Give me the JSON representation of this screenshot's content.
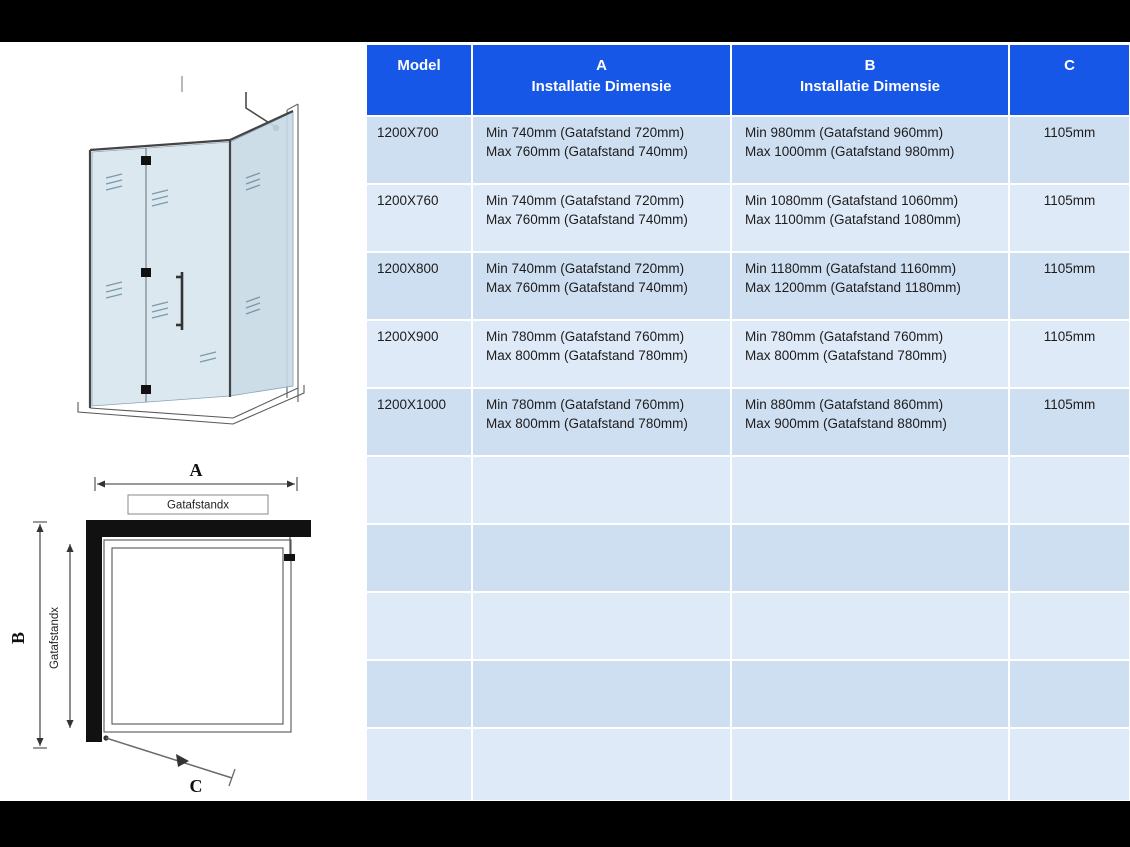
{
  "page": {
    "top_bar_color": "#000000",
    "bottom_bar_color": "#000000",
    "background": "#ffffff"
  },
  "colors": {
    "header_bg": "#1757e8",
    "header_text": "#ffffff",
    "row_dark": "#cfdff2",
    "row_light": "#dfeaf8",
    "cell_text": "#1c1c1c",
    "glass_tint": "#d7e5ee"
  },
  "diagram": {
    "label_a": "A",
    "label_b": "B",
    "label_c": "C",
    "gatafstand_horizontal": "Gatafstandx",
    "gatafstand_vertical": "Gatafstandx"
  },
  "table": {
    "header": {
      "model": "Model",
      "a_title": "A",
      "a_sub": "Installatie Dimensie",
      "b_title": "B",
      "b_sub": "Installatie Dimensie",
      "c_title": "C"
    },
    "rows": [
      {
        "model": "1200X700",
        "a_min": "Min 740mm (Gatafstand 720mm)",
        "a_max": "Max 760mm (Gatafstand 740mm)",
        "b_min": "Min 980mm (Gatafstand 960mm)",
        "b_max": "Max 1000mm (Gatafstand 980mm)",
        "c": "1105mm"
      },
      {
        "model": "1200X760",
        "a_min": "Min 740mm (Gatafstand 720mm)",
        "a_max": "Max 760mm (Gatafstand 740mm)",
        "b_min": "Min 1080mm (Gatafstand 1060mm)",
        "b_max": "Max 1100mm (Gatafstand 1080mm)",
        "c": "1105mm"
      },
      {
        "model": "1200X800",
        "a_min": "Min 740mm (Gatafstand 720mm)",
        "a_max": "Max 760mm (Gatafstand 740mm)",
        "b_min": "Min 1180mm (Gatafstand 1160mm)",
        "b_max": "Max 1200mm (Gatafstand 1180mm)",
        "c": "1105mm"
      },
      {
        "model": "1200X900",
        "a_min": "Min 780mm (Gatafstand 760mm)",
        "a_max": "Max 800mm (Gatafstand 780mm)",
        "b_min": "Min 780mm (Gatafstand 760mm)",
        "b_max": "Max 800mm (Gatafstand 780mm)",
        "c": "1105mm"
      },
      {
        "model": "1200X1000",
        "a_min": "Min 780mm (Gatafstand 760mm)",
        "a_max": "Max 800mm (Gatafstand 780mm)",
        "b_min": "Min 880mm (Gatafstand 860mm)",
        "b_max": "Max 900mm (Gatafstand 880mm)",
        "c": "1105mm"
      }
    ],
    "empty_row_count": 5
  }
}
